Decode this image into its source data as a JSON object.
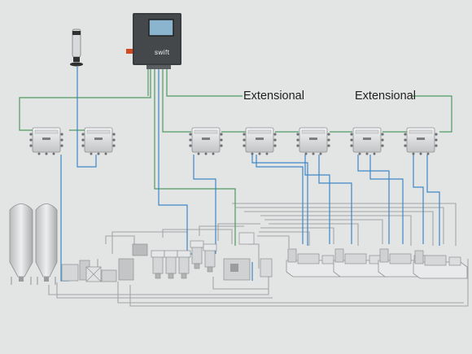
{
  "labels": {
    "extensional_left": "Extensional",
    "extensional_right": "Extensional"
  },
  "controller": {
    "brand": "swift"
  },
  "colors": {
    "background": "#e3e4e4",
    "green_signal_line": "#4f9a63",
    "blue_signal_line": "#3f88c8",
    "pipe": "#9a9c9e",
    "equipment": "#c9cbcd",
    "controller_body": "#3a3d40"
  }
}
